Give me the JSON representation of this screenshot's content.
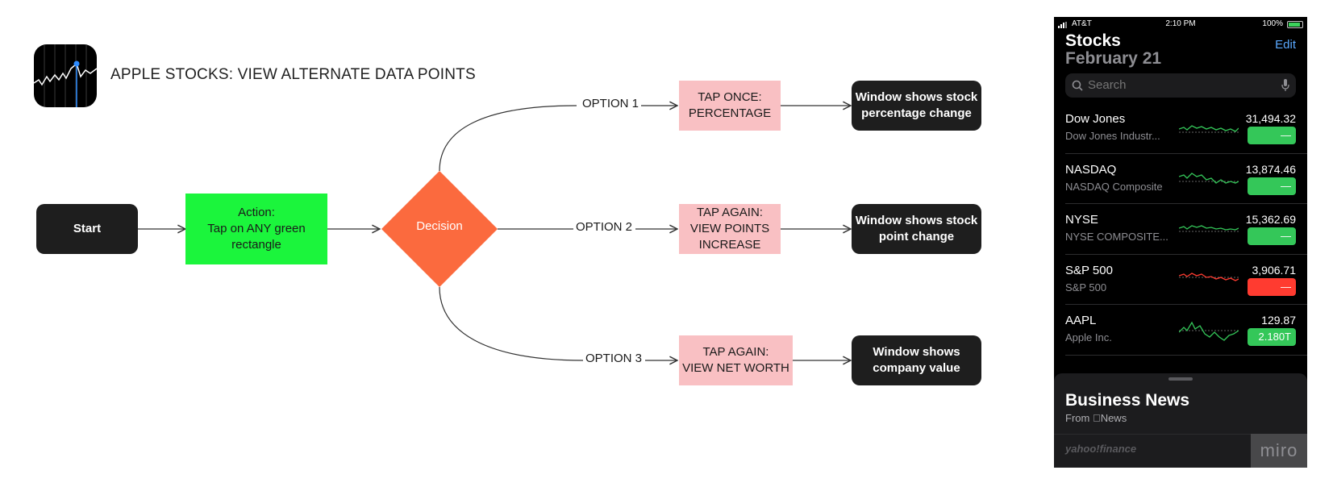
{
  "diagram": {
    "title": "APPLE STOCKS: VIEW ALTERNATE DATA POINTS",
    "start": "Start",
    "action": "Action:\nTap on ANY green\nrectangle",
    "decision": "Decision",
    "options": [
      {
        "label": "OPTION 1",
        "step": "TAP ONCE:\nPERCENTAGE",
        "result": "Window shows stock\npercentage change"
      },
      {
        "label": "OPTION 2",
        "step": "TAP AGAIN:\nVIEW POINTS\nINCREASE",
        "result": "Window shows stock\npoint change"
      },
      {
        "label": "OPTION 3",
        "step": "TAP AGAIN:\nVIEW NET WORTH",
        "result": "Window shows\ncompany value"
      }
    ],
    "colors": {
      "dark": "#1e1e1e",
      "green": "#1bf53c",
      "decision": "#fb6a3e",
      "pink": "#f9c0c3"
    }
  },
  "phone": {
    "status": {
      "carrier": "AT&T",
      "time": "2:10 PM",
      "battery": "100%"
    },
    "title": "Stocks",
    "date": "February 21",
    "edit_label": "Edit",
    "search_placeholder": "Search",
    "stocks": [
      {
        "symbol": "Dow Jones",
        "name": "Dow Jones Industr...",
        "price": "31,494.32",
        "badge": "—",
        "trend": "up"
      },
      {
        "symbol": "NASDAQ",
        "name": "NASDAQ Composite",
        "price": "13,874.46",
        "badge": "—",
        "trend": "up"
      },
      {
        "symbol": "NYSE",
        "name": "NYSE COMPOSITE...",
        "price": "15,362.69",
        "badge": "—",
        "trend": "up"
      },
      {
        "symbol": "S&P 500",
        "name": "S&P 500",
        "price": "3,906.71",
        "badge": "—",
        "trend": "down"
      },
      {
        "symbol": "AAPL",
        "name": "Apple Inc.",
        "price": "129.87",
        "badge": "2.180T",
        "trend": "up"
      }
    ],
    "news": {
      "title": "Business News",
      "source": "From News",
      "provider": "yahoo!finance"
    },
    "watermark": "miro"
  }
}
